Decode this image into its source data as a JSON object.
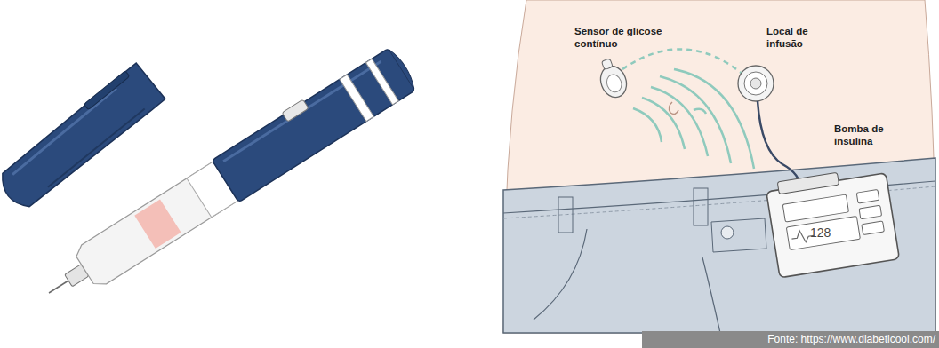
{
  "diagram": {
    "labels": [
      "Sensor de glicose contínuo",
      "Local de infusão",
      "Bomba de insulina",
      "128",
      "Fonte: https://www.diabeticool.com/"
    ]
  }
}
